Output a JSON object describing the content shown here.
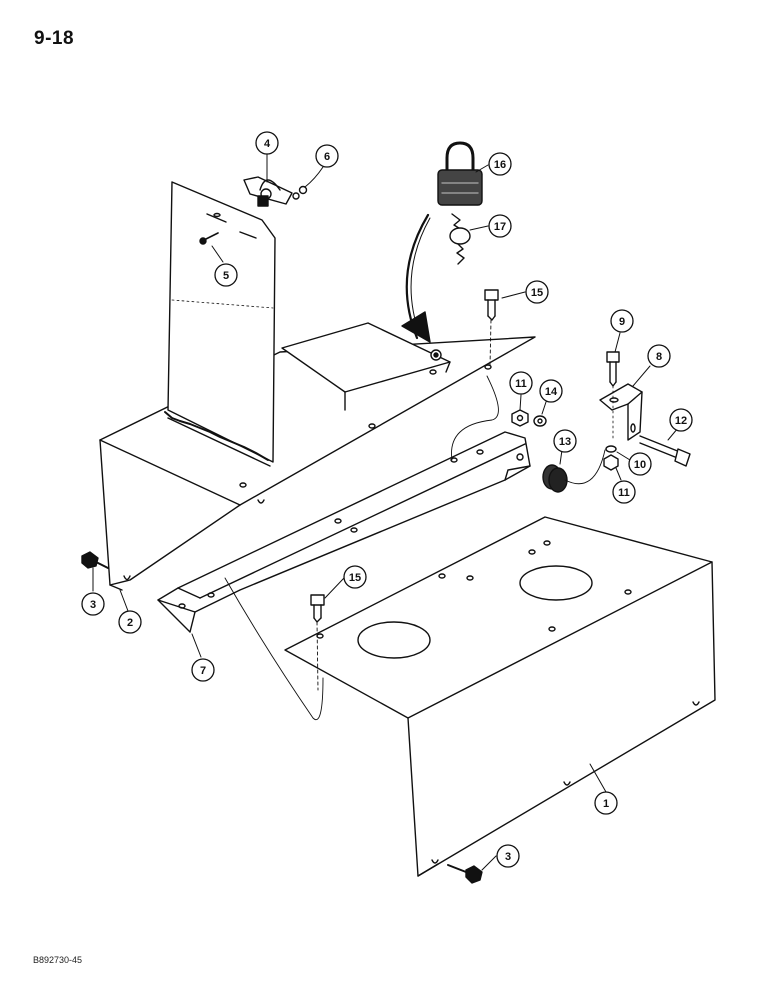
{
  "page_number": "9-18",
  "figure_code": "B892730-45",
  "callouts": [
    {
      "id": "c1",
      "label": "1"
    },
    {
      "id": "c2",
      "label": "2"
    },
    {
      "id": "c3a",
      "label": "3"
    },
    {
      "id": "c3b",
      "label": "3"
    },
    {
      "id": "c4",
      "label": "4"
    },
    {
      "id": "c5",
      "label": "5"
    },
    {
      "id": "c6",
      "label": "6"
    },
    {
      "id": "c7",
      "label": "7"
    },
    {
      "id": "c8",
      "label": "8"
    },
    {
      "id": "c9",
      "label": "9"
    },
    {
      "id": "c10",
      "label": "10"
    },
    {
      "id": "c11a",
      "label": "11"
    },
    {
      "id": "c11b",
      "label": "11"
    },
    {
      "id": "c12",
      "label": "12"
    },
    {
      "id": "c13",
      "label": "13"
    },
    {
      "id": "c14",
      "label": "14"
    },
    {
      "id": "c15a",
      "label": "15"
    },
    {
      "id": "c15b",
      "label": "15"
    },
    {
      "id": "c16",
      "label": "16"
    },
    {
      "id": "c17",
      "label": "17"
    }
  ]
}
